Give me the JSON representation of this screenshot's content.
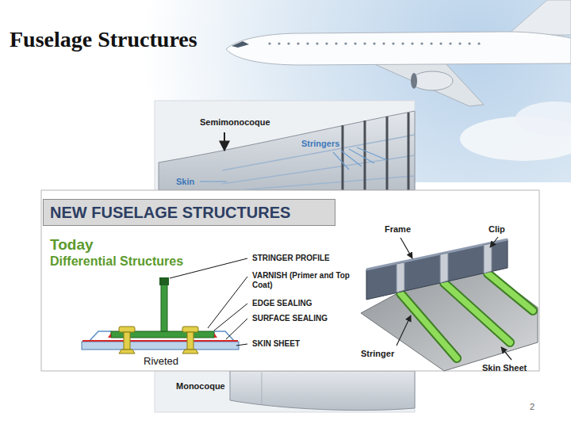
{
  "diagram": {
    "title": "Fuselage Structures",
    "nodes": [
      {
        "text": [
          "NEW FUSELAGE STRUCTURES"
        ]
      }
    ],
    "labels": [
      "Semimonocoque",
      "Stringers",
      "Skin",
      "Today",
      "Differential Structures",
      "STRINGER PROFILE",
      "VARNISH (Primer and Top Coat)",
      "EDGE SEALING",
      "SURFACE SEALING",
      "SKIN SHEET",
      "Riveted",
      "Frame",
      "Clip",
      "Stringer",
      "Skin Sheet",
      "Monocoque",
      "2"
    ]
  }
}
